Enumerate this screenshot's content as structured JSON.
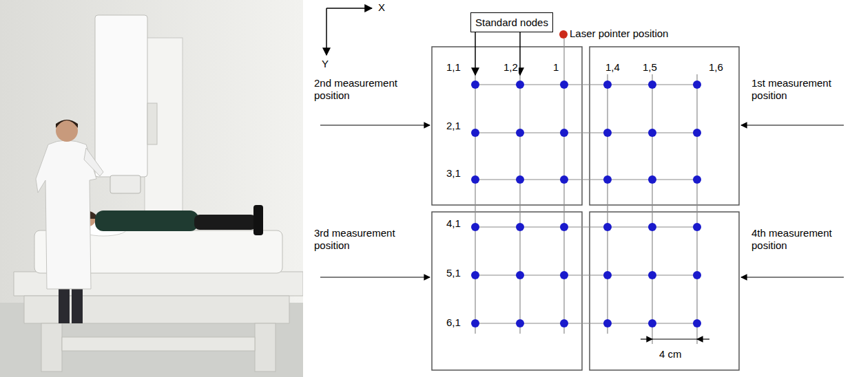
{
  "diagram": {
    "nodes": [
      {
        "text": [
          "Standard nodes"
        ]
      }
    ],
    "labels": [
      "X",
      "Y",
      "Laser pointer position",
      "1,1",
      "1,2",
      "1",
      "1,4",
      "1,5",
      "1,6",
      "2nd measurement position",
      "2,1",
      "1st measurement position",
      "3,1",
      "4,1",
      "3rd measurement position",
      "4th measurement position",
      "5,1",
      "6,1",
      "4 cm"
    ]
  }
}
